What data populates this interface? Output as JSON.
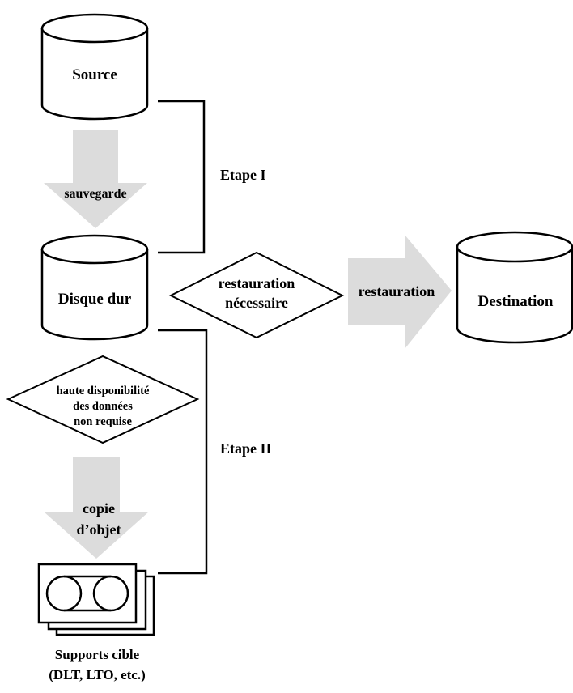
{
  "nodes": {
    "source": "Source",
    "disk": "Disque dur",
    "destination": "Destination",
    "media": [
      "Supports cible",
      "(DLT, LTO, etc.)"
    ]
  },
  "arrows": {
    "backup": "sauvegarde",
    "restore": "restauration",
    "object_copy": [
      "copie",
      "d’objet"
    ]
  },
  "decisions": {
    "restore_needed": [
      "restauration",
      "nécessaire"
    ],
    "high_availability": [
      "haute disponibilité",
      "des données",
      "non requise"
    ]
  },
  "stages": {
    "stage1": "Etape I",
    "stage2": "Etape II"
  },
  "colors": {
    "arrow_fill": "#dcdcdc",
    "stroke": "#000000"
  }
}
